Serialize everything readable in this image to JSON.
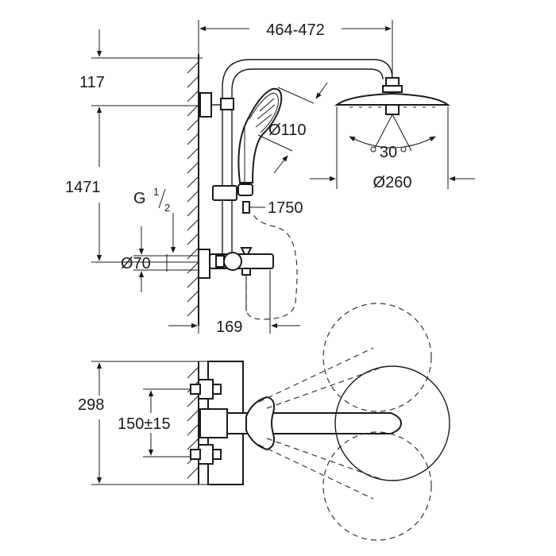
{
  "labels": {
    "width_range": "464-472",
    "d117": "117",
    "d1471": "1471",
    "thread_g": "G",
    "thread_num": "1",
    "thread_den": "2",
    "d70": "Ø70",
    "d110": "Ø110",
    "d1750": "1750",
    "d30": "30",
    "d260": "Ø260",
    "d169": "169",
    "d298": "298",
    "d150": "150±15"
  }
}
